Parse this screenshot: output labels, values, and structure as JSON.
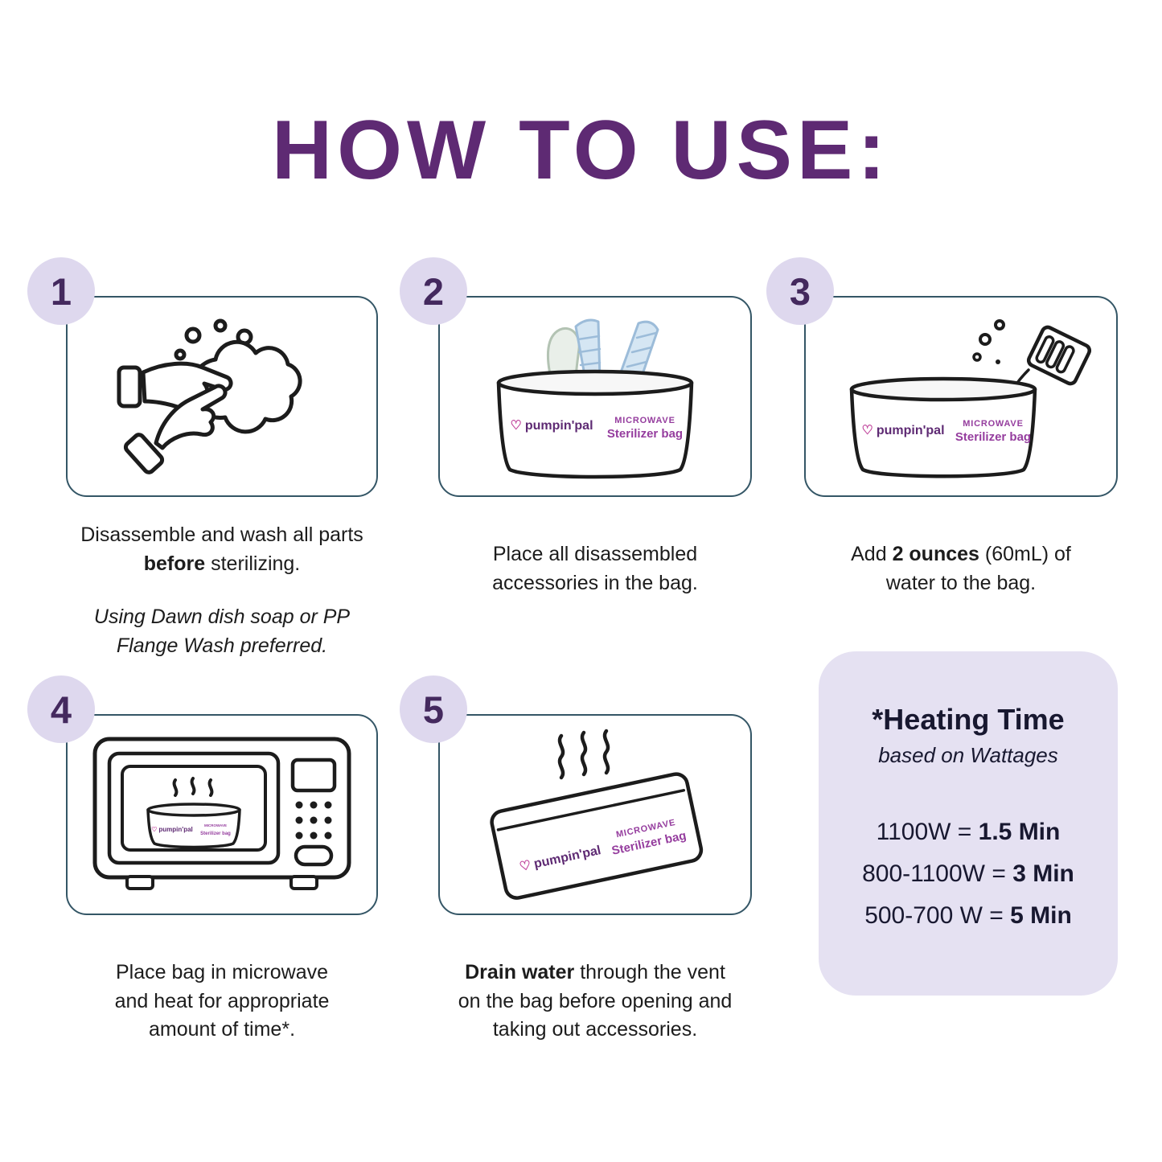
{
  "title": "HOW TO USE:",
  "colors": {
    "title_purple": "#5e2a73",
    "badge_bg": "#ded8ee",
    "badge_number": "#44295e",
    "box_border": "#345666",
    "panel_bg": "#e5e1f2",
    "brand_purple": "#953d9e",
    "logo_purple": "#5e2a73",
    "ink": "#1c1c1c",
    "accessory_blue": "#d5e6f3"
  },
  "icons": {
    "heart": "♡"
  },
  "bag_label": {
    "brand": "pumpin'pal",
    "line1": "MICROWAVE",
    "line2": "Sterilizer bag"
  },
  "steps": [
    {
      "number": "1",
      "caption": {
        "pre": "Disassemble and wash all parts ",
        "bold": "before",
        "post": " sterilizing."
      },
      "note": "Using Dawn dish soap or PP Flange Wash preferred."
    },
    {
      "number": "2",
      "caption": {
        "pre": "Place all disassembled accessories in the bag.",
        "bold": "",
        "post": ""
      }
    },
    {
      "number": "3",
      "caption": {
        "pre": "Add ",
        "bold": "2 ounces",
        "post": " (60mL) of water to the bag."
      }
    },
    {
      "number": "4",
      "caption": {
        "pre": "Place bag in microwave and heat for appropriate amount of time*.",
        "bold": "",
        "post": ""
      }
    },
    {
      "number": "5",
      "caption": {
        "pre": "",
        "bold": "Drain water",
        "post": " through the vent on the bag before opening and taking out accessories."
      }
    }
  ],
  "heating": {
    "title": "*Heating Time",
    "subtitle": "based on Wattages",
    "rows": [
      {
        "label": "1100W = ",
        "bold": "1.5 Min"
      },
      {
        "label": "800-1100W = ",
        "bold": "3 Min"
      },
      {
        "label": "500-700 W = ",
        "bold": "5 Min"
      }
    ]
  }
}
